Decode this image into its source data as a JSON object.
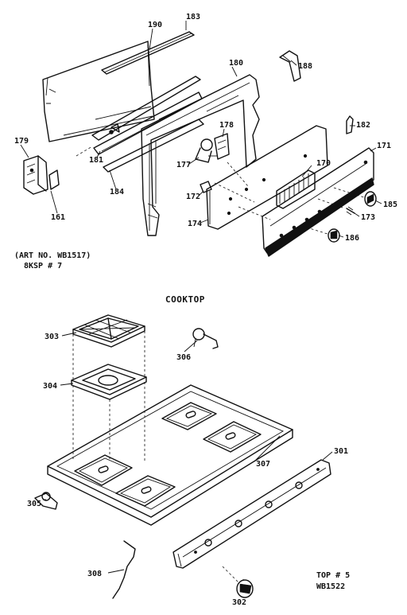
{
  "diagram": {
    "upper_section_note_line1": "(ART NO. WB1517)",
    "upper_section_note_line2": "8KSP # 7",
    "cooktop_heading": "COOKTOP",
    "footer_line1": "TOP # 5",
    "footer_line2": "WB1522"
  },
  "callouts": {
    "p183": "183",
    "p190": "190",
    "p188": "188",
    "p180": "180",
    "p179": "179",
    "p178": "178",
    "p182": "182",
    "p171": "171",
    "p181": "181",
    "p177": "177",
    "p170": "170",
    "p184": "184",
    "p172": "172",
    "p161": "161",
    "p185": "185",
    "p173": "173",
    "p174": "174",
    "p186": "186",
    "p303": "303",
    "p306": "306",
    "p304": "304",
    "p301": "301",
    "p307": "307",
    "p305": "305",
    "p308": "308",
    "p302": "302"
  }
}
